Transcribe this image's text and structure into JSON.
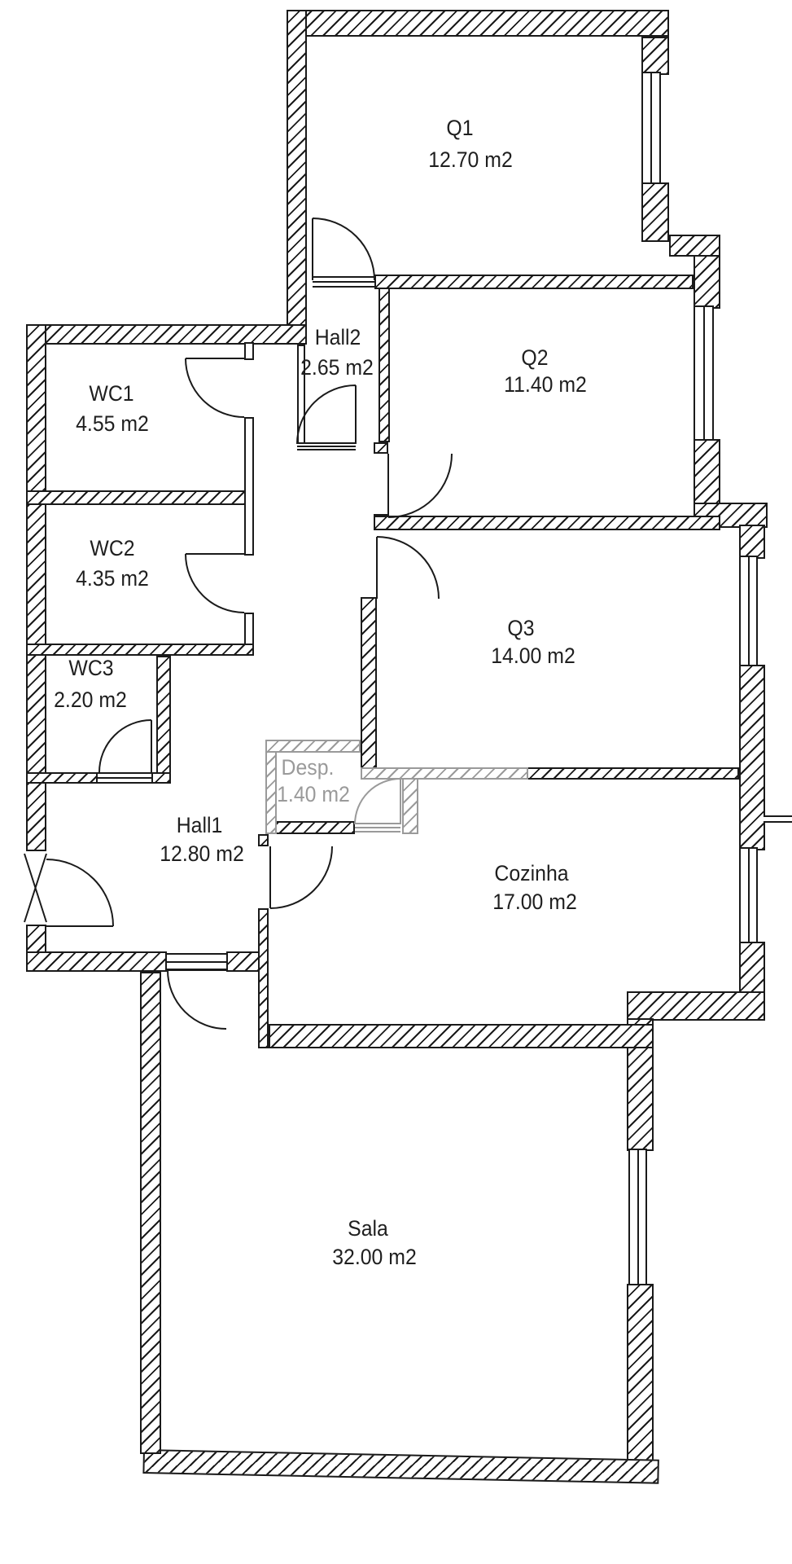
{
  "drawing": {
    "type": "apartment-floor-plan",
    "area_unit": "m2"
  },
  "colors": {
    "wall_line": "#1a1a1a",
    "muted_wall": "#9a9a9a",
    "background": "#ffffff"
  },
  "rooms": [
    {
      "id": "q1",
      "name": "Q1",
      "area": "12.70 m2"
    },
    {
      "id": "hall2",
      "name": "Hall2",
      "area": "2.65 m2"
    },
    {
      "id": "q2",
      "name": "Q2",
      "area": "11.40 m2"
    },
    {
      "id": "wc1",
      "name": "WC1",
      "area": "4.55 m2"
    },
    {
      "id": "wc2",
      "name": "WC2",
      "area": "4.35 m2"
    },
    {
      "id": "wc3",
      "name": "WC3",
      "area": "2.20 m2"
    },
    {
      "id": "q3",
      "name": "Q3",
      "area": "14.00 m2"
    },
    {
      "id": "desp",
      "name": "Desp.",
      "area": "1.40 m2"
    },
    {
      "id": "hall1",
      "name": "Hall1",
      "area": "12.80 m2"
    },
    {
      "id": "cozinha",
      "name": "Cozinha",
      "area": "17.00 m2"
    },
    {
      "id": "sala",
      "name": "Sala",
      "area": "32.00 m2"
    }
  ]
}
